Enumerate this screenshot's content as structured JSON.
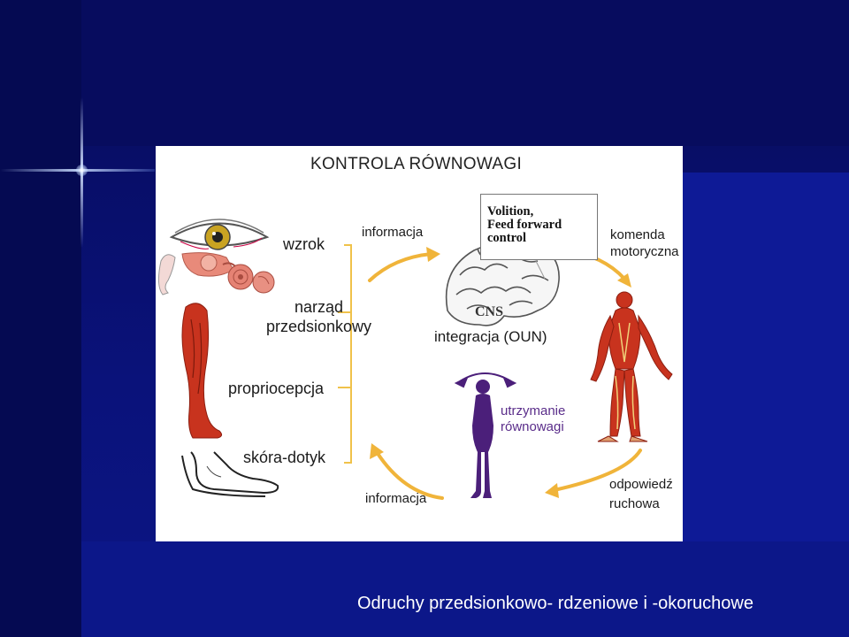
{
  "diagram": {
    "title": "KONTROLA RÓWNOWAGI",
    "inputs": {
      "vision": "wzrok",
      "vestibular_line1": "narząd",
      "vestibular_line2": "przedsionkowy",
      "proprioception": "propriocepcja",
      "skin": "skóra-dotyk"
    },
    "cycle": {
      "info_top": "informacja",
      "info_bottom": "informacja",
      "command_line1": "komenda",
      "command_line2": "motoryczna",
      "response_line1": "odpowiedź",
      "response_line2": "ruchowa",
      "volition_line1": "Volition,",
      "volition_line2": "Feed forward",
      "volition_line3": "control",
      "cns": "CNS",
      "integration": "integracja (OUN)",
      "balance_line1": "utrzymanie",
      "balance_line2": "równowagi"
    },
    "colors": {
      "arrow": "#f0b43a",
      "bracket": "#f0c24a",
      "muscle": "#c8331e",
      "balance_text": "#5a2d8a",
      "figure": "#4b1f7a"
    }
  },
  "caption": "Odruchy przedsionkowo- rdzeniowe i -okoruchowe"
}
